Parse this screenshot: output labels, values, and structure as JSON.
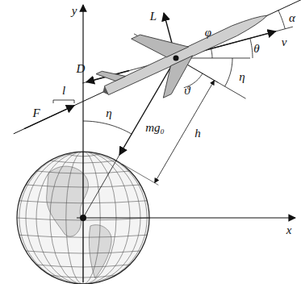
{
  "diagram": {
    "labels": [
      "y",
      "L",
      "α",
      "v",
      "θ",
      "φ",
      "D",
      "ϑ",
      "η",
      "F",
      "l",
      "mg₀",
      "η",
      "h",
      "x"
    ]
  }
}
